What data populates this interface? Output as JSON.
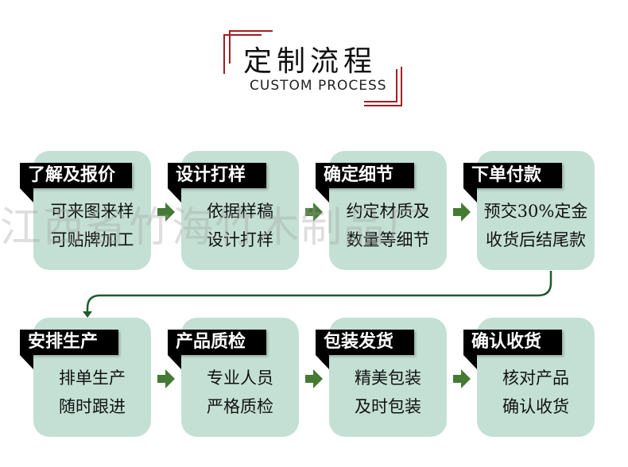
{
  "header": {
    "title": "定制流程",
    "subtitle": "CUSTOM PROCESS"
  },
  "colors": {
    "card_bg": "#c4e0d5",
    "banner_bg": "#000000",
    "arrow": "#447a34",
    "connector": "#1f5a2e",
    "frame": "#a31e22"
  },
  "watermark": "江西省竹海竹木制品厂",
  "steps": [
    {
      "label": "了解及报价",
      "line1": "可来图来样",
      "line2": "可贴牌加工"
    },
    {
      "label": "设计打样",
      "line1": "依据样稿",
      "line2": "设计打样"
    },
    {
      "label": "确定细节",
      "line1": "约定材质及",
      "line2": "数量等细节"
    },
    {
      "label": "下单付款",
      "line1": "预交30%定金",
      "line2": "收货后结尾款"
    },
    {
      "label": "安排生产",
      "line1": "排单生产",
      "line2": "随时跟进"
    },
    {
      "label": "产品质检",
      "line1": "专业人员",
      "line2": "严格质检"
    },
    {
      "label": "包装发货",
      "line1": "精美包装",
      "line2": "及时包装"
    },
    {
      "label": "确认收货",
      "line1": "核对产品",
      "line2": "确认收货"
    }
  ]
}
